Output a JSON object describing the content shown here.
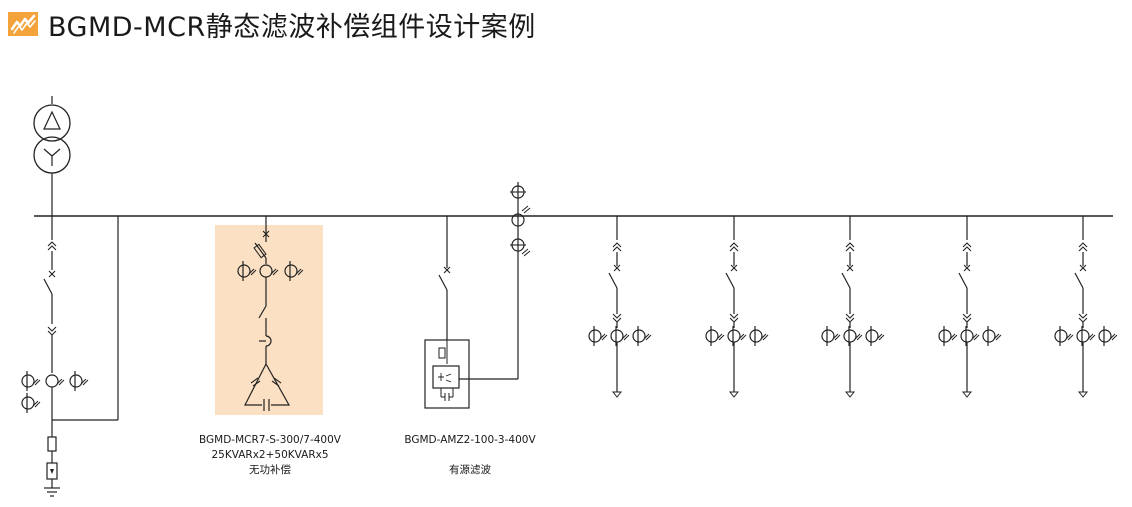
{
  "header": {
    "title": "BGMD-MCR静态滤波补偿组件设计案例",
    "icon": "lightning-icon",
    "accent_color": "#f4a23a"
  },
  "mcr_unit": {
    "model": "BGMD-MCR7-S-300/7-400V",
    "capacity": "25KVARx2+50KVARx5",
    "function": "无功补偿",
    "highlight_color": "#fbe0c3"
  },
  "amz_unit": {
    "model": "BGMD-AMZ2-100-3-400V",
    "function": "有源滤波"
  },
  "line_color": "#222222",
  "outgoing_feeders": 5
}
